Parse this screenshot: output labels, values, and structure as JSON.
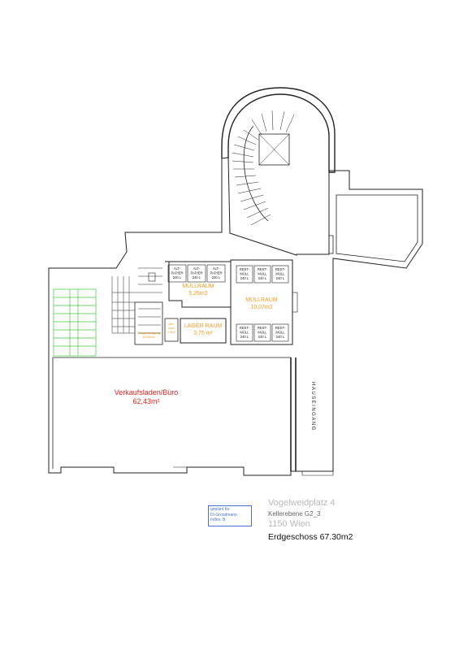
{
  "rooms": {
    "verkauf_name": "Verkaufsladen/Büro",
    "verkauf_area": "62,43m²",
    "muell1_name": "MÜLLRAUM",
    "muell1_area": "5,26m2",
    "muell2_name": "MÜLLRAUM",
    "muell2_area": "10,07m2",
    "lager_name": "LAGER RAUM",
    "lager_area": "3,75 m²",
    "stiege_name": "Stiegenaufgang",
    "stiege_area": "16,30m2",
    "small_label": [
      "abb.",
      "raum",
      "1,5m2"
    ],
    "hauseingang": "HAUSEINGANG"
  },
  "bins": {
    "altpapier": [
      [
        "ALT-",
        "PAPIER",
        "240 L"
      ],
      [
        "ALT-",
        "PAPIER",
        "240 L"
      ],
      [
        "ALT-",
        "PAPIER",
        "240 L"
      ]
    ],
    "rest_top": [
      [
        "REST-",
        "MÜLL",
        "240 L"
      ],
      [
        "REST-",
        "MÜLL",
        "240 L"
      ],
      [
        "REST-",
        "MÜLL",
        "240 L"
      ]
    ],
    "rest_bottom": [
      [
        "REST-",
        "MÜLL",
        "240 L"
      ],
      [
        "REST-",
        "MÜLL",
        "240 L"
      ],
      [
        "REST-",
        "MÜLL",
        "240 L"
      ]
    ]
  },
  "note_box": [
    "geplant für",
    "Dr.Grondmann",
    "Index: B"
  ],
  "title_block": {
    "address": "Vogelweidplatz 4",
    "sub": "Kellerebene G2_3",
    "city": "1150 Wien",
    "floor": "Erdgeschoss 67.30m2"
  },
  "colors": {
    "wall": "#222222",
    "room_red": "#e0261f",
    "room_orange": "#f39a1f",
    "stair_green": "#3fc93f",
    "note_blue": "#4a6fd8"
  }
}
